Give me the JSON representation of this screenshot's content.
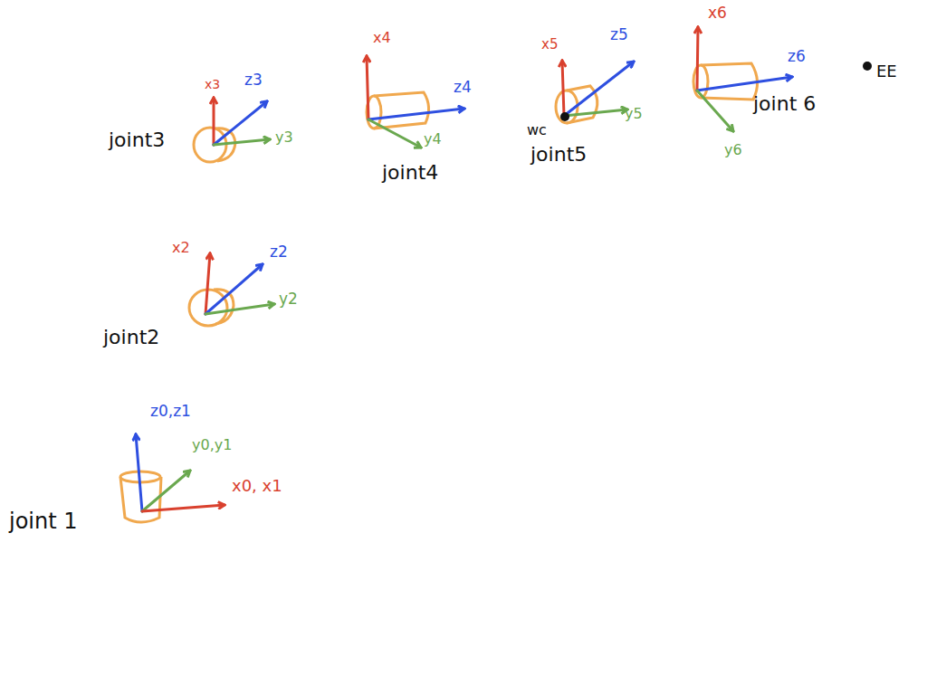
{
  "diagram": {
    "labels": [
      "x3",
      "z3",
      "y3",
      "joint3",
      "x4",
      "z4",
      "y4",
      "joint4",
      "x5",
      "z5",
      "y5",
      "wc",
      "joint5",
      "x6",
      "z6",
      "y6",
      "joint 6",
      "EE",
      "x2",
      "z2",
      "y2",
      "joint2",
      "z0,z1",
      "y0,y1",
      "x0, x1",
      "joint 1"
    ]
  }
}
